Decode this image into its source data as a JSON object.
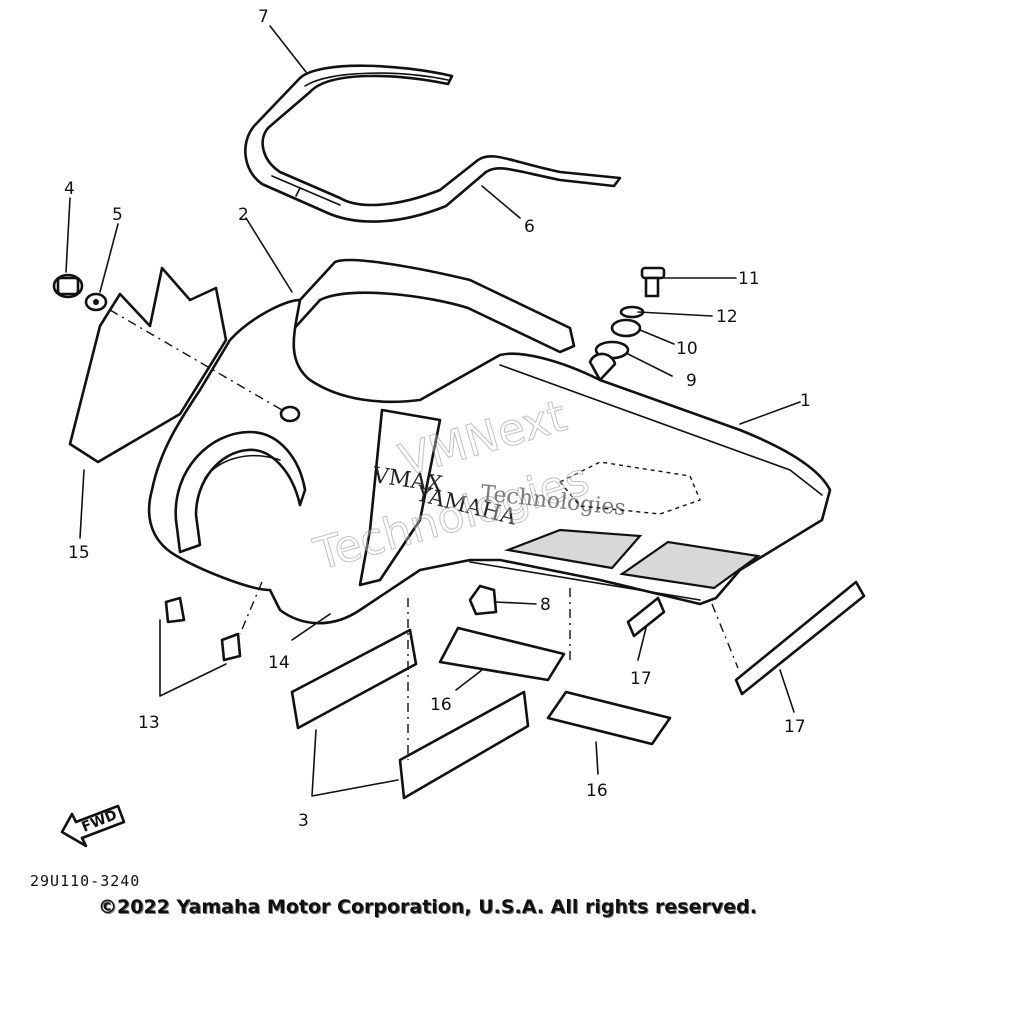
{
  "diagram": {
    "code": "29U110-3240",
    "copyright": "©2022 Yamaha Motor Corporation, U.S.A. All rights reserved.",
    "fwd_label": "FWD",
    "hood_text_1": "VMAX",
    "hood_text_2": "YAMAHA",
    "watermark_1": "VMNext",
    "watermark_2": "Technologies",
    "callouts": [
      "1",
      "2",
      "3",
      "4",
      "5",
      "6",
      "7",
      "8",
      "9",
      "10",
      "11",
      "12",
      "13",
      "14",
      "15",
      "16",
      "16",
      "17",
      "17"
    ]
  }
}
